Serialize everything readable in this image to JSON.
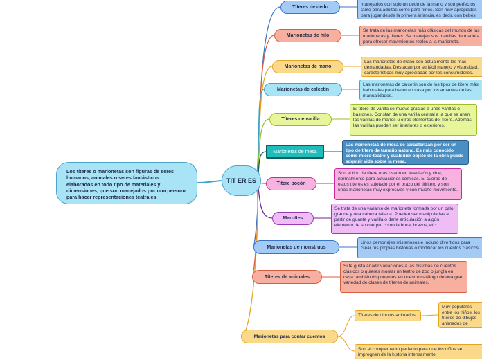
{
  "root": {
    "text": "Los títeres o marionetas son figuras de seres humanos, animales o seres fantásticos elaborados en todo tipo de materiales y dimensiones, que son manejados por una persona para hacer representaciones teatrales"
  },
  "center": {
    "text": "TIT ER ES"
  },
  "branches": [
    {
      "label": "Títeres de dedo",
      "desc": "manejarlos con solo un dedo de la mano y son perfectos tanto para adultos como para niños. Son muy apropiados para jugar desde la primera infancia, es decir, con bebés."
    },
    {
      "label": "Marionetas de hilo",
      "desc": "Se trata de las marionetas más clásicas del mundo de las marionetas y títeres. Se manejan sus manillas de madera para ofrecer movimientos reales a la marioneta."
    },
    {
      "label": "Marionetas de mano",
      "desc": "Las marionetas de mano son actualmente las más demandadas. Destacan por su fácil manejo y vistosidad, características muy apreciadas por los consumidores."
    },
    {
      "label": "Marionetas de calcetín",
      "desc": "Las marionetas de calcetín son de los tipos de títere más habituales para hacer en casa por los amantes de las manualidades."
    },
    {
      "label": "Títeres de varilla",
      "desc": "El títere de varilla se mueve gracias a unas varillas o bastones. Constan de una varilla central a la que se unen las varillas de manos u otros elementos del títere. Además, las varillas pueden ser interiores o exteriores."
    },
    {
      "label": "Marionetas de mesa",
      "desc": "Las marionetas de mesa se caracterizan por ser un tipo de títere de tamaño natural. Es más conocido como micro-teatro y cualquier objeto de la obra puede adquirir vida sobre la mesa."
    },
    {
      "label": "Títere bocón",
      "desc": "Son el tipo de títere más usado en televisión y cine, normalmente para actuaciones cómicas. El cuerpo de estos títeres es sujetado por el brazo del titiritero y son unas marionetas muy expresivas y con mucho movimiento."
    },
    {
      "label": "Marottes",
      "desc": "Se trata de una variante de marioneta formada por un palo grande y una cabeza tallada. Pueden ser manipuladas a partir de guante y varilla o darle articulación a algún elemento de su cuerpo, como la boca, brazos, etc."
    },
    {
      "label": "Marionetas de monstruos",
      "desc": "Unos personajes misteriosos e incluso divertidos para crear tus propias historias o modificar los cuentos clásicos."
    },
    {
      "label": "Títeres de animales",
      "desc": "Si te gusta añadir variaciones a las historias de cuentos clásicos o quieres montar un teatro de zoo o jungla en casa también disponemos en nuestro catálogo de una gran variedad de clases de títeres de animales."
    },
    {
      "label": "Marionetas para contar cuentos",
      "sub_label": "Títeres de dibujos animados",
      "sub_desc": "Muy populares entre los niños, los títeres de dibujos animados de personajes de siempre o más novedosos como Zenón, Peppa Pig o",
      "desc": "Son el complemento perfecto para que los niños se impregnen de la historia intensamente."
    }
  ],
  "colors": {
    "branch_lines": [
      "#3a75c5",
      "#d65f41",
      "#e3a527",
      "#3fa4c6",
      "#9cbe2b",
      "#0f5e5c",
      "#cc2a99",
      "#6a2b8c",
      "#3a75c5",
      "#d65f41",
      "#e3a527"
    ],
    "root_line": "#3fa4c6"
  }
}
